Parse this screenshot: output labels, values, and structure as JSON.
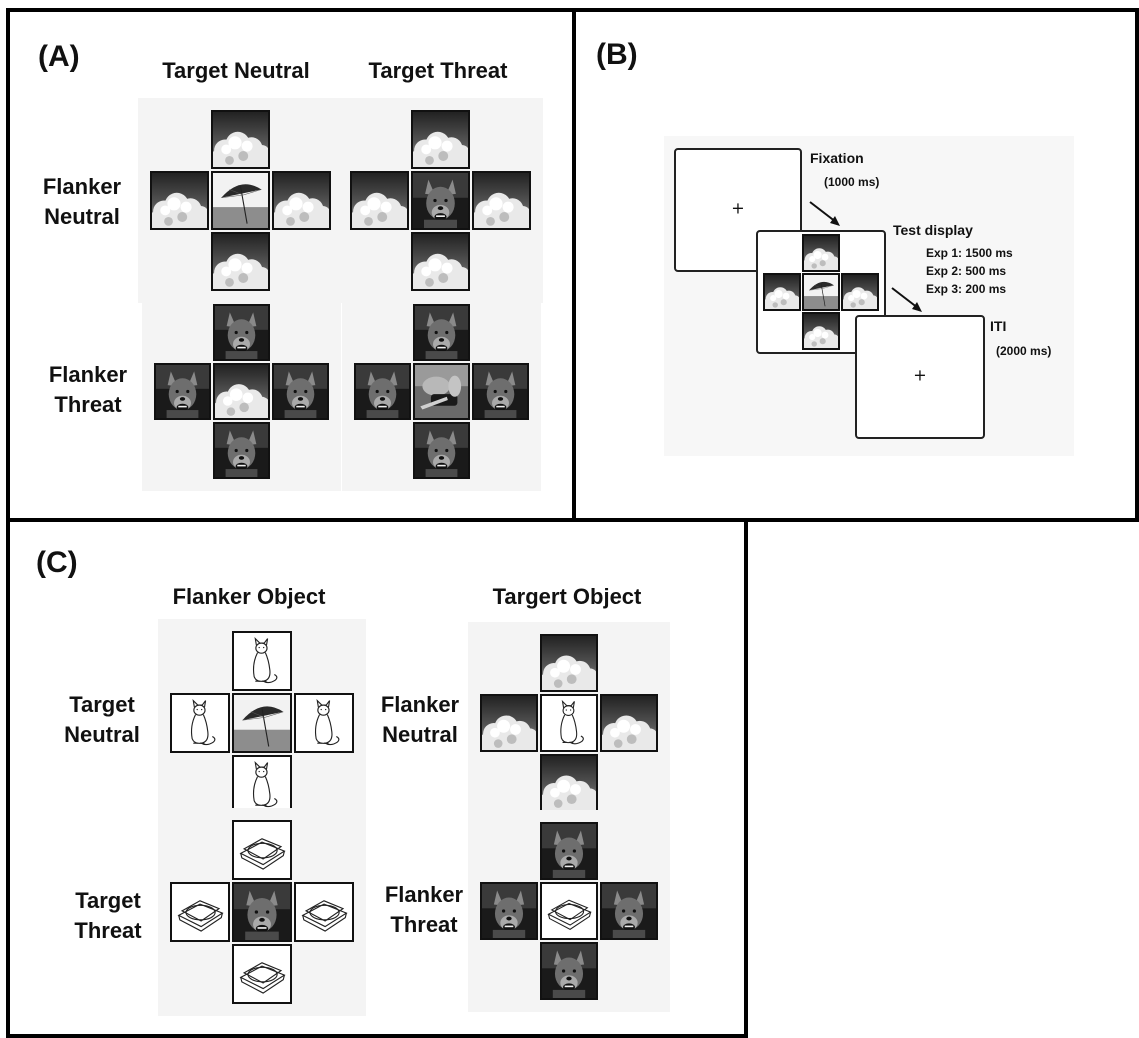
{
  "panelA": {
    "label": "(A)",
    "col_headers": [
      "Target Neutral",
      "Target Threat"
    ],
    "row_labels": [
      [
        "Flanker",
        "Neutral"
      ],
      [
        "Flanker",
        "Threat"
      ]
    ]
  },
  "panelB": {
    "label": "(B)",
    "fixation": {
      "title": "Fixation",
      "duration": "(1000 ms)",
      "mark": "+"
    },
    "test_display": {
      "title": "Test display",
      "durations": [
        "Exp 1: 1500 ms",
        "Exp 2: 500 ms",
        "Exp 3: 200 ms"
      ]
    },
    "iti": {
      "title": "ITI",
      "duration": "(2000 ms)",
      "mark": "+"
    }
  },
  "panelC": {
    "label": "(C)",
    "col_headers": [
      "Flanker Object",
      "Targert Object"
    ],
    "left_row_labels": [
      [
        "Target",
        "Neutral"
      ],
      [
        "Target",
        "Threat"
      ]
    ],
    "right_row_labels": [
      [
        "Flanker",
        "Neutral"
      ],
      [
        "Flanker",
        "Threat"
      ]
    ]
  }
}
